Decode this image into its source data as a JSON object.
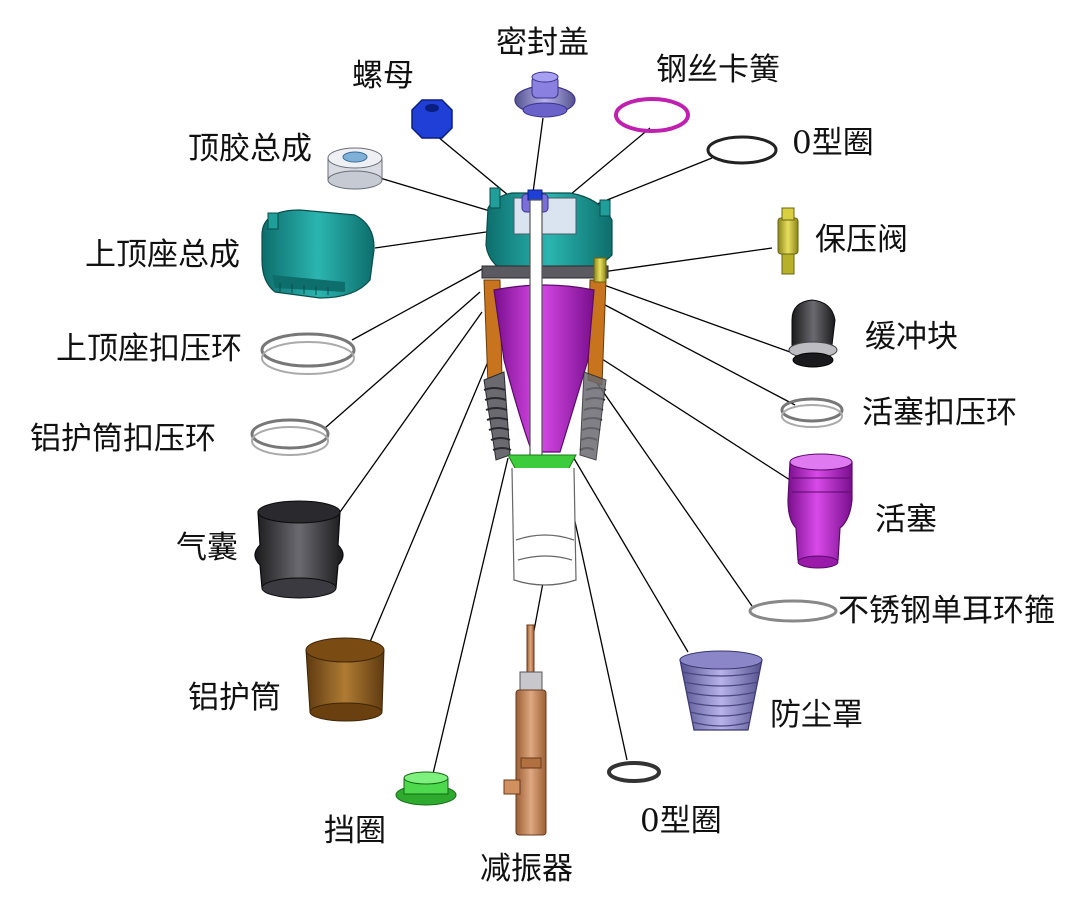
{
  "labels": {
    "nut": "螺母",
    "seal_cap": "密封盖",
    "wire_circlip": "钢丝卡簧",
    "top_rubber_assy": "顶胶总成",
    "oring_top": "0型圈",
    "upper_mount_assy": "上顶座总成",
    "pressure_valve": "保压阀",
    "upper_mount_crimp_ring": "上顶座扣压环",
    "bump_stop": "缓冲块",
    "al_tube_crimp_ring": "铝护筒扣压环",
    "piston_crimp_ring": "活塞扣压环",
    "air_bellows": "气囊",
    "piston": "活塞",
    "ss_ear_clamp": "不锈钢单耳环箍",
    "al_tube": "铝护筒",
    "dust_cover": "防尘罩",
    "retaining_ring": "挡圈",
    "oring_bottom": "0型圈",
    "shock_absorber": "减振器"
  },
  "colors": {
    "nut": "#1f3fd6",
    "seal_cap": "#7a6fd8",
    "circlip": "#c020b0",
    "upper_mount": "#1f9e9a",
    "valve": "#c8c020",
    "bump_stop": "#1e1e22",
    "piston": "#b020c8",
    "bellows": "#3c3c40",
    "al_tube": "#8a5a1c",
    "dust_cover": "#7c78b8",
    "retaining_ring": "#3ccc3c",
    "shock": "#c08858"
  }
}
